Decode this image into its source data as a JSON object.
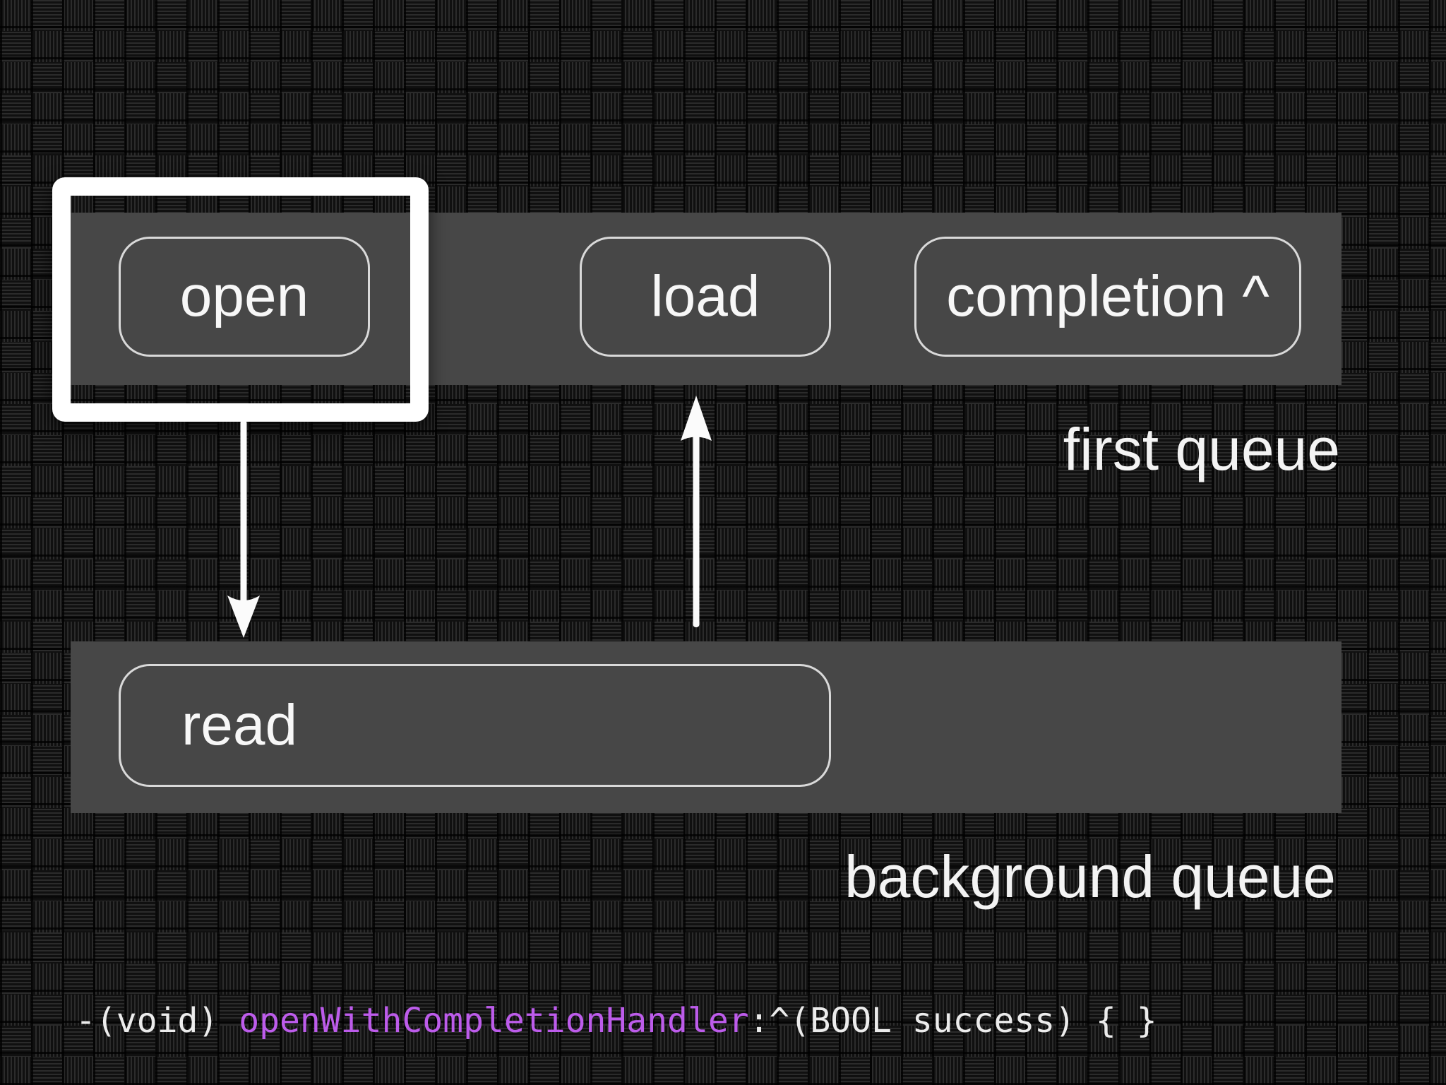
{
  "top_queue": {
    "label": "first queue",
    "boxes": {
      "open": "open",
      "load": "load",
      "completion": "completion ^"
    }
  },
  "bottom_queue": {
    "label": "background queue",
    "boxes": {
      "read": "read"
    }
  },
  "code_line": {
    "return_part": "-(void) ",
    "method_name": "openWithCompletionHandler",
    "signature_part": ":^(BOOL success) { }"
  },
  "icons": {
    "down_arrow": "arrow-down-icon",
    "up_arrow": "arrow-up-icon"
  },
  "colors": {
    "background_base": "#0c0c0c",
    "queue_bar_gray": "#474747",
    "box_border": "#d9d9d9",
    "text_white": "#f3f3f3",
    "highlight_frame_white": "#ffffff",
    "code_default": "#ececec",
    "method_name_purple": "#bd5ceb"
  }
}
